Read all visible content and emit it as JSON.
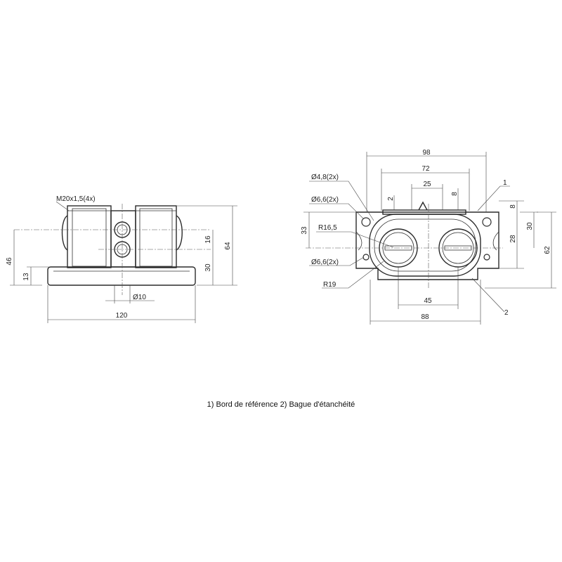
{
  "side_view": {
    "thread_callout": "M20x1,5(4x)",
    "dim_height_total": "64",
    "dim_height_left": "46",
    "dim_base_height": "13",
    "dim_hole_spacing": "16",
    "dim_hole_height": "30",
    "dim_hole_dia": "Ø10",
    "dim_width": "120"
  },
  "front_view": {
    "dim_width_outer": "98",
    "dim_width_inner": "72",
    "dim_width_center": "25",
    "dim_small_2": "2",
    "dim_small_8": "8",
    "marker_1": "1",
    "hole_small": "Ø4,8(2x)",
    "hole_upper": "Ø6,6(2x)",
    "hole_lower": "Ø6,6(2x)",
    "radius_small": "R16,5",
    "radius_large": "R19",
    "dim_left_33": "33",
    "dim_right_8": "8",
    "dim_right_28": "28",
    "dim_right_30": "30",
    "dim_right_62": "62",
    "dim_bottom_45": "45",
    "dim_bottom_88": "88",
    "marker_2": "2"
  },
  "caption": "1) Bord de référence  2) Bague d'étanchéité"
}
